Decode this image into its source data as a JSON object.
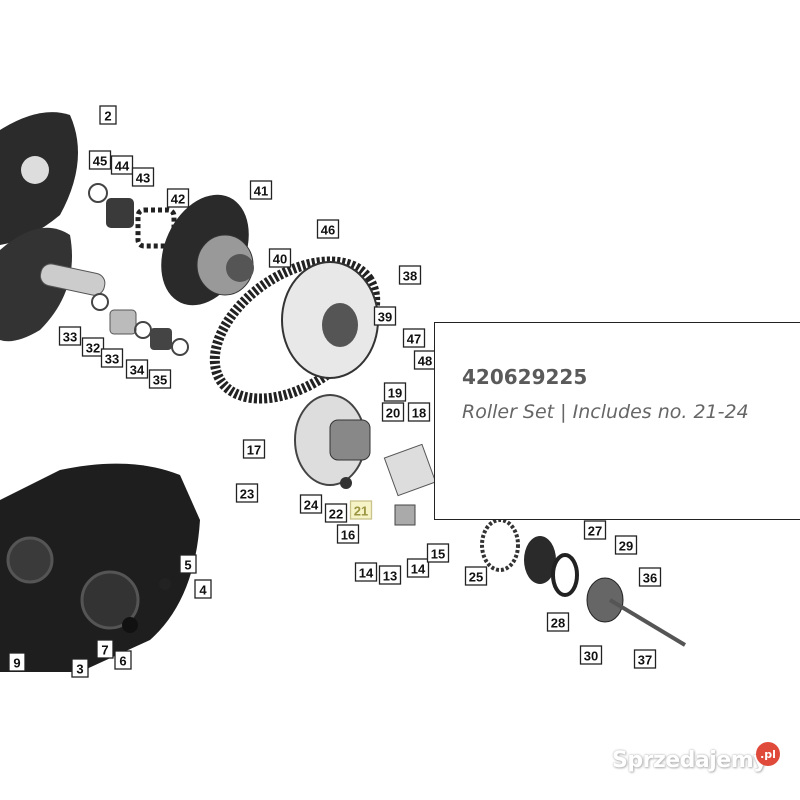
{
  "diagram": {
    "callouts": [
      "2",
      "45",
      "44",
      "43",
      "42",
      "41",
      "40",
      "46",
      "38",
      "39",
      "47",
      "48",
      "19",
      "20",
      "18",
      "17",
      "23",
      "24",
      "22",
      "21",
      "16",
      "14",
      "13",
      "14",
      "15",
      "25",
      "27",
      "29",
      "36",
      "28",
      "30",
      "37",
      "33",
      "32",
      "33",
      "34",
      "35",
      "5",
      "4",
      "7",
      "6",
      "9",
      "3"
    ],
    "highlighted_callout": "21"
  },
  "tooltip": {
    "part_number": "420629225",
    "description": "Roller Set | Includes no. 21-24"
  },
  "watermark": {
    "brand": "Sprzedajemy",
    "suffix": ".pl"
  },
  "colors": {
    "highlight": "#f6f3c6",
    "badge": "#e04a3b"
  }
}
